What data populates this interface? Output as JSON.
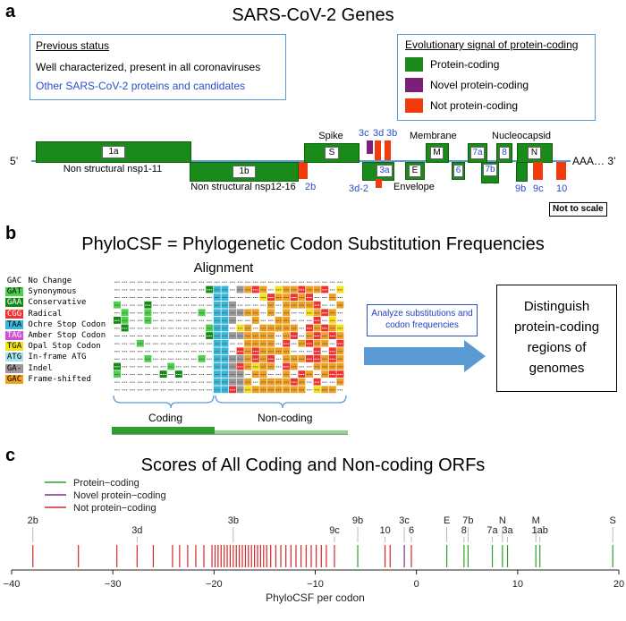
{
  "panel_a": {
    "letter": "a",
    "title": "SARS-CoV-2 Genes",
    "status_box": {
      "heading": "Previous status",
      "line1": "Well characterized, present in all coronaviruses",
      "line2": "Other SARS-CoV-2 proteins and candidates"
    },
    "legend_box": {
      "heading": "Evolutionary signal of protein-coding",
      "items": [
        {
          "label": "Protein-coding",
          "color": "#1a8a1a"
        },
        {
          "label": "Novel protein-coding",
          "color": "#7b1f7b"
        },
        {
          "label": "Not protein-coding",
          "color": "#f23b0c"
        }
      ]
    },
    "genome": {
      "five_prime": "5’",
      "three_prime": "AAA… 3’",
      "region_labels": {
        "nsp1_11": "Non structural nsp1-11",
        "nsp12_16": "Non structural nsp12-16",
        "spike": "Spike",
        "membrane": "Membrane",
        "nucleocapsid": "Nucleocapsid",
        "envelope": "Envelope"
      },
      "genes": {
        "g1a": "1a",
        "g1b": "1b",
        "gS": "S",
        "g3a": "3a",
        "gE": "E",
        "gM": "M",
        "g6": "6",
        "g7a": "7a",
        "g7b": "7b",
        "g8": "8",
        "gN": "N",
        "g2b": "2b",
        "g3c": "3c",
        "g3d": "3d",
        "g3b": "3b",
        "g3d2": "3d-2",
        "g9b": "9b",
        "g9c": "9c",
        "g10": "10"
      },
      "note": "Not to scale"
    }
  },
  "panel_b": {
    "letter": "b",
    "title": "PhyloCSF = Phylogenetic Codon Substitution Frequencies",
    "alignment_title": "Alignment",
    "legend": [
      {
        "code": "GAC",
        "label": "No Change",
        "color": "#ffffff"
      },
      {
        "code": "GAT",
        "label": "Synonymous",
        "color": "#4cd14c"
      },
      {
        "code": "GAA",
        "label": "Conservative",
        "color": "#138a13"
      },
      {
        "code": "CGG",
        "label": "Radical",
        "color": "#ee3333"
      },
      {
        "code": "TAA",
        "label": "Ochre Stop Codon",
        "color": "#38b8d8"
      },
      {
        "code": "TAG",
        "label": "Amber Stop Codon",
        "color": "#d24fd2"
      },
      {
        "code": "TGA",
        "label": "Opal Stop Codon",
        "color": "#f2e21c"
      },
      {
        "code": "ATG",
        "label": "In-frame ATG",
        "color": "#a6e4f0"
      },
      {
        "code": "GA-",
        "label": "Indel",
        "color": "#9a9a9a"
      },
      {
        "code": "GAC",
        "label": "Frame-shifted",
        "color": "#f0a020"
      }
    ],
    "coding_label": "Coding",
    "noncoding_label": "Non-coding",
    "arrow_text": "Analyze substitutions and codon frequencies",
    "result_box": "Distinguish protein-coding regions of genomes"
  },
  "panel_c": {
    "letter": "c",
    "title": "Scores of All Coding and Non-coding ORFs",
    "legend": [
      {
        "label": "Protein−coding",
        "color": "#2ca02c"
      },
      {
        "label": "Novel protein−coding",
        "color": "#7b2f8f"
      },
      {
        "label": "Not protein−coding",
        "color": "#d62728"
      }
    ],
    "xlabel": "PhyloCSF per codon"
  },
  "chart_data": {
    "type": "scatter",
    "title": "Scores of All Coding and Non-coding ORFs",
    "xlabel": "PhyloCSF per codon",
    "ylabel": "",
    "xlim": [
      -40,
      20
    ],
    "xticks": [
      -40,
      -30,
      -20,
      -10,
      0,
      10,
      20
    ],
    "series": [
      {
        "name": "Protein−coding",
        "color": "#2ca02c",
        "x": [
          -5.8,
          3.0,
          4.7,
          5.1,
          7.5,
          8.5,
          9.0,
          11.8,
          12.2,
          19.4
        ]
      },
      {
        "name": "Novel protein−coding",
        "color": "#7b2f8f",
        "x": [
          -1.2
        ]
      },
      {
        "name": "Not protein−coding",
        "color": "#d62728",
        "x": [
          -37.9,
          -33.4,
          -29.6,
          -27.6,
          -26.0,
          -24.1,
          -23.4,
          -22.6,
          -21.8,
          -21.0,
          -20.2,
          -19.9,
          -19.6,
          -19.3,
          -19.0,
          -18.7,
          -18.4,
          -18.1,
          -17.8,
          -17.5,
          -17.2,
          -16.9,
          -16.6,
          -16.3,
          -16.0,
          -15.7,
          -15.4,
          -15.1,
          -14.8,
          -14.4,
          -13.9,
          -13.4,
          -12.9,
          -12.4,
          -11.9,
          -11.4,
          -10.9,
          -10.4,
          -9.9,
          -9.4,
          -8.9,
          -8.1,
          -3.1,
          -2.6,
          -0.5
        ]
      }
    ],
    "annotations": [
      {
        "text": "2b",
        "x": -37.9,
        "row": 1
      },
      {
        "text": "3d",
        "x": -27.6,
        "row": 2
      },
      {
        "text": "3b",
        "x": -18.1,
        "row": 1
      },
      {
        "text": "9c",
        "x": -8.1,
        "row": 2
      },
      {
        "text": "9b",
        "x": -5.8,
        "row": 1
      },
      {
        "text": "10",
        "x": -3.1,
        "row": 2
      },
      {
        "text": "3c",
        "x": -1.2,
        "row": 1
      },
      {
        "text": "6",
        "x": -0.5,
        "row": 2
      },
      {
        "text": "E",
        "x": 3.0,
        "row": 1
      },
      {
        "text": "8",
        "x": 4.7,
        "row": 2
      },
      {
        "text": "7b",
        "x": 5.1,
        "row": 1
      },
      {
        "text": "7a",
        "x": 7.5,
        "row": 2
      },
      {
        "text": "N",
        "x": 8.5,
        "row": 1
      },
      {
        "text": "3a",
        "x": 9.0,
        "row": 2
      },
      {
        "text": "M",
        "x": 11.8,
        "row": 1
      },
      {
        "text": "1ab",
        "x": 12.2,
        "row": 2
      },
      {
        "text": "S",
        "x": 19.4,
        "row": 1
      }
    ]
  }
}
